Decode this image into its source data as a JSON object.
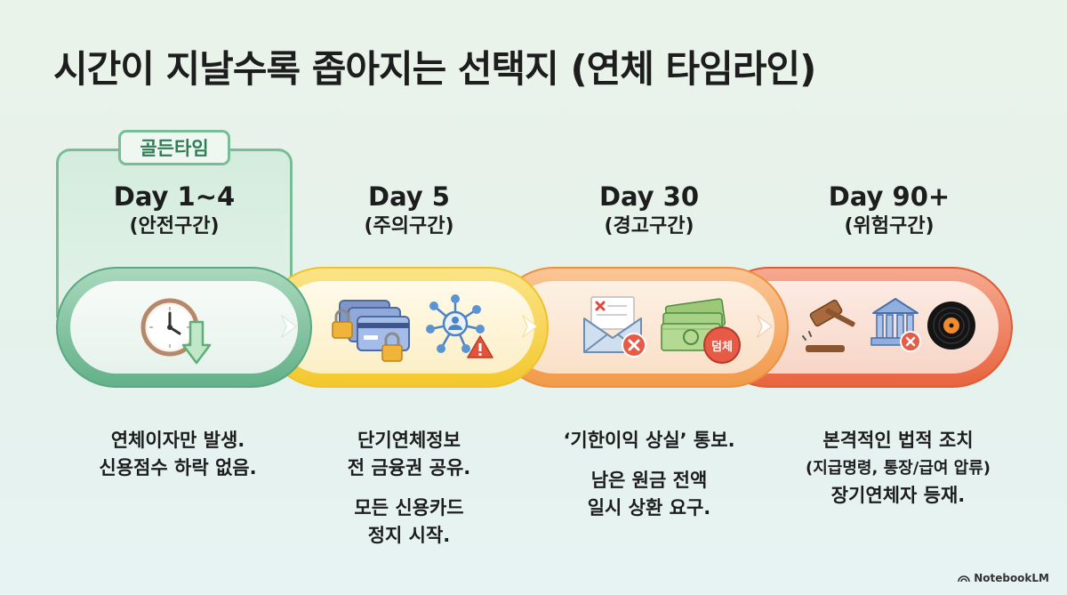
{
  "title": "시간이 지날수록 좁아지는 선택지 (연체 타임라인)",
  "golden_time_label": "골든타임",
  "stages": [
    {
      "day": "Day 1~4",
      "zone": "(안전구간)",
      "color": "#63b189",
      "icons": [
        "clock-icon",
        "arrow-down-icon"
      ],
      "desc": [
        "연체이자만 발생.",
        "신용점수 하락 없음."
      ]
    },
    {
      "day": "Day 5",
      "zone": "(주의구간)",
      "color": "#f3c82d",
      "icons": [
        "locked-credit-cards-icon",
        "network-warning-icon"
      ],
      "desc": [
        "단기연체정보",
        "전 금융권 공유.",
        "모든 신용카드",
        "정지 시작."
      ]
    },
    {
      "day": "Day 30",
      "zone": "(경고구간)",
      "color": "#f19a4a",
      "icons": [
        "rejected-mail-icon",
        "overdue-cash-icon"
      ],
      "cash_badge": "덤체",
      "desc": [
        "‘기한이익 상실’ 통보.",
        "남은 원금 전액",
        "일시 상환 요구."
      ]
    },
    {
      "day": "Day 90+",
      "zone": "(위험구간)",
      "color": "#e8643f",
      "icons": [
        "gavel-icon",
        "bank-blocked-icon",
        "black-record-icon"
      ],
      "desc": [
        "본격적인 법적 조치",
        "(지급명령, 통장/급여 압류)",
        "장기연체자 등재."
      ]
    }
  ],
  "brand": "NotebookLM"
}
